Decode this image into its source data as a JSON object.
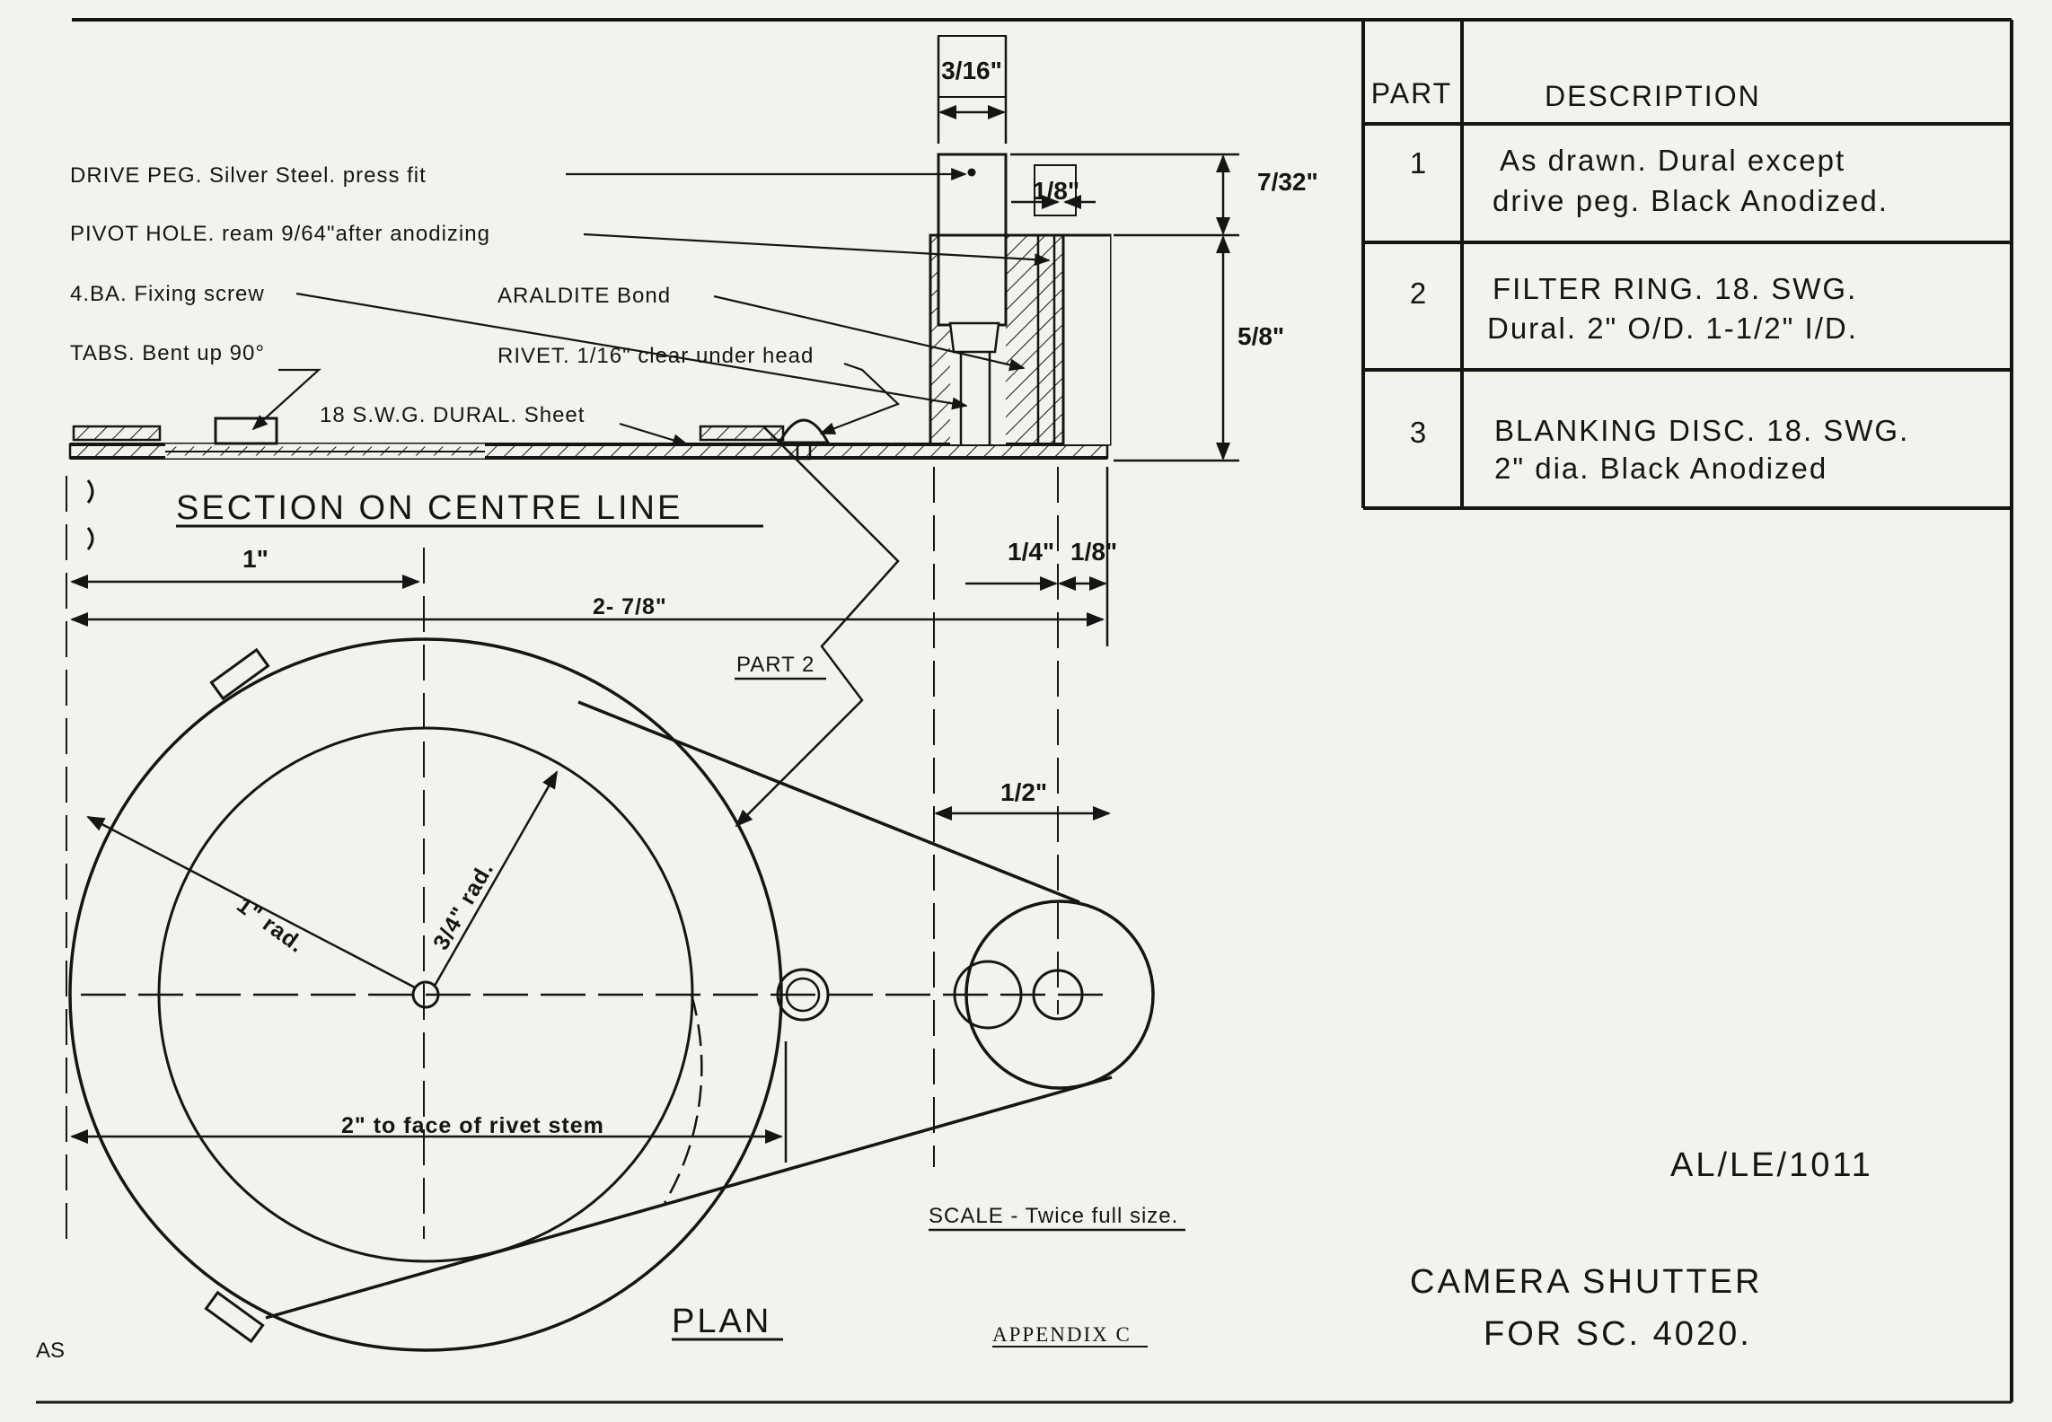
{
  "title_block": {
    "drawing_number": "AL/LE/1011",
    "title_line1": "CAMERA   SHUTTER",
    "title_line2": "FOR  SC. 4020.",
    "appendix": "APPENDIX C",
    "initials": "AS"
  },
  "parts_table": {
    "headers": {
      "part": "PART",
      "description": "DESCRIPTION"
    },
    "rows": [
      {
        "part": "1",
        "line1": "As  drawn.   Dural  except",
        "line2": "drive  peg.   Black  Anodized."
      },
      {
        "part": "2",
        "line1": "FILTER  RING.    18. SWG.",
        "line2": "Dural.   2\" O/D.   1-1/2\" I/D."
      },
      {
        "part": "3",
        "line1": "BLANKING  DISC.   18. SWG.",
        "line2": "2\" dia.   Black  Anodized"
      }
    ]
  },
  "section": {
    "title": "SECTION  ON  CENTRE  LINE",
    "labels": {
      "drive_peg": "DRIVE PEG.  Silver Steel.  press fit",
      "pivot_hole": "PIVOT HOLE.   ream 9/64\"after anodizing",
      "fixing_screw": "4.BA. Fixing screw",
      "araldite": "ARALDITE  Bond",
      "tabs": "TABS.  Bent up 90°",
      "rivet": "RIVET. 1/16\" clear under head",
      "dural_sheet": "18 S.W.G.   DURAL. Sheet"
    },
    "dims": {
      "peg_width": "3/16\"",
      "wall": "1/8\"",
      "top": "7/32\"",
      "height": "5/8\""
    }
  },
  "plan": {
    "title": "PLAN",
    "part2_label": "PART 2",
    "scale": "SCALE - Twice  full size.",
    "dims": {
      "one_inch": "1\"",
      "two_seven_eighths": "2- 7/8\"",
      "quarter": "1/4\"",
      "eighth": "1/8\"",
      "half": "1/2\"",
      "to_rivet": "2\"  to face of rivet stem",
      "outer_radius": "1\" rad.",
      "inner_radius": "3/4\" rad."
    }
  },
  "colors": {
    "paper": "#f4f2ec",
    "ink": "#151515"
  }
}
